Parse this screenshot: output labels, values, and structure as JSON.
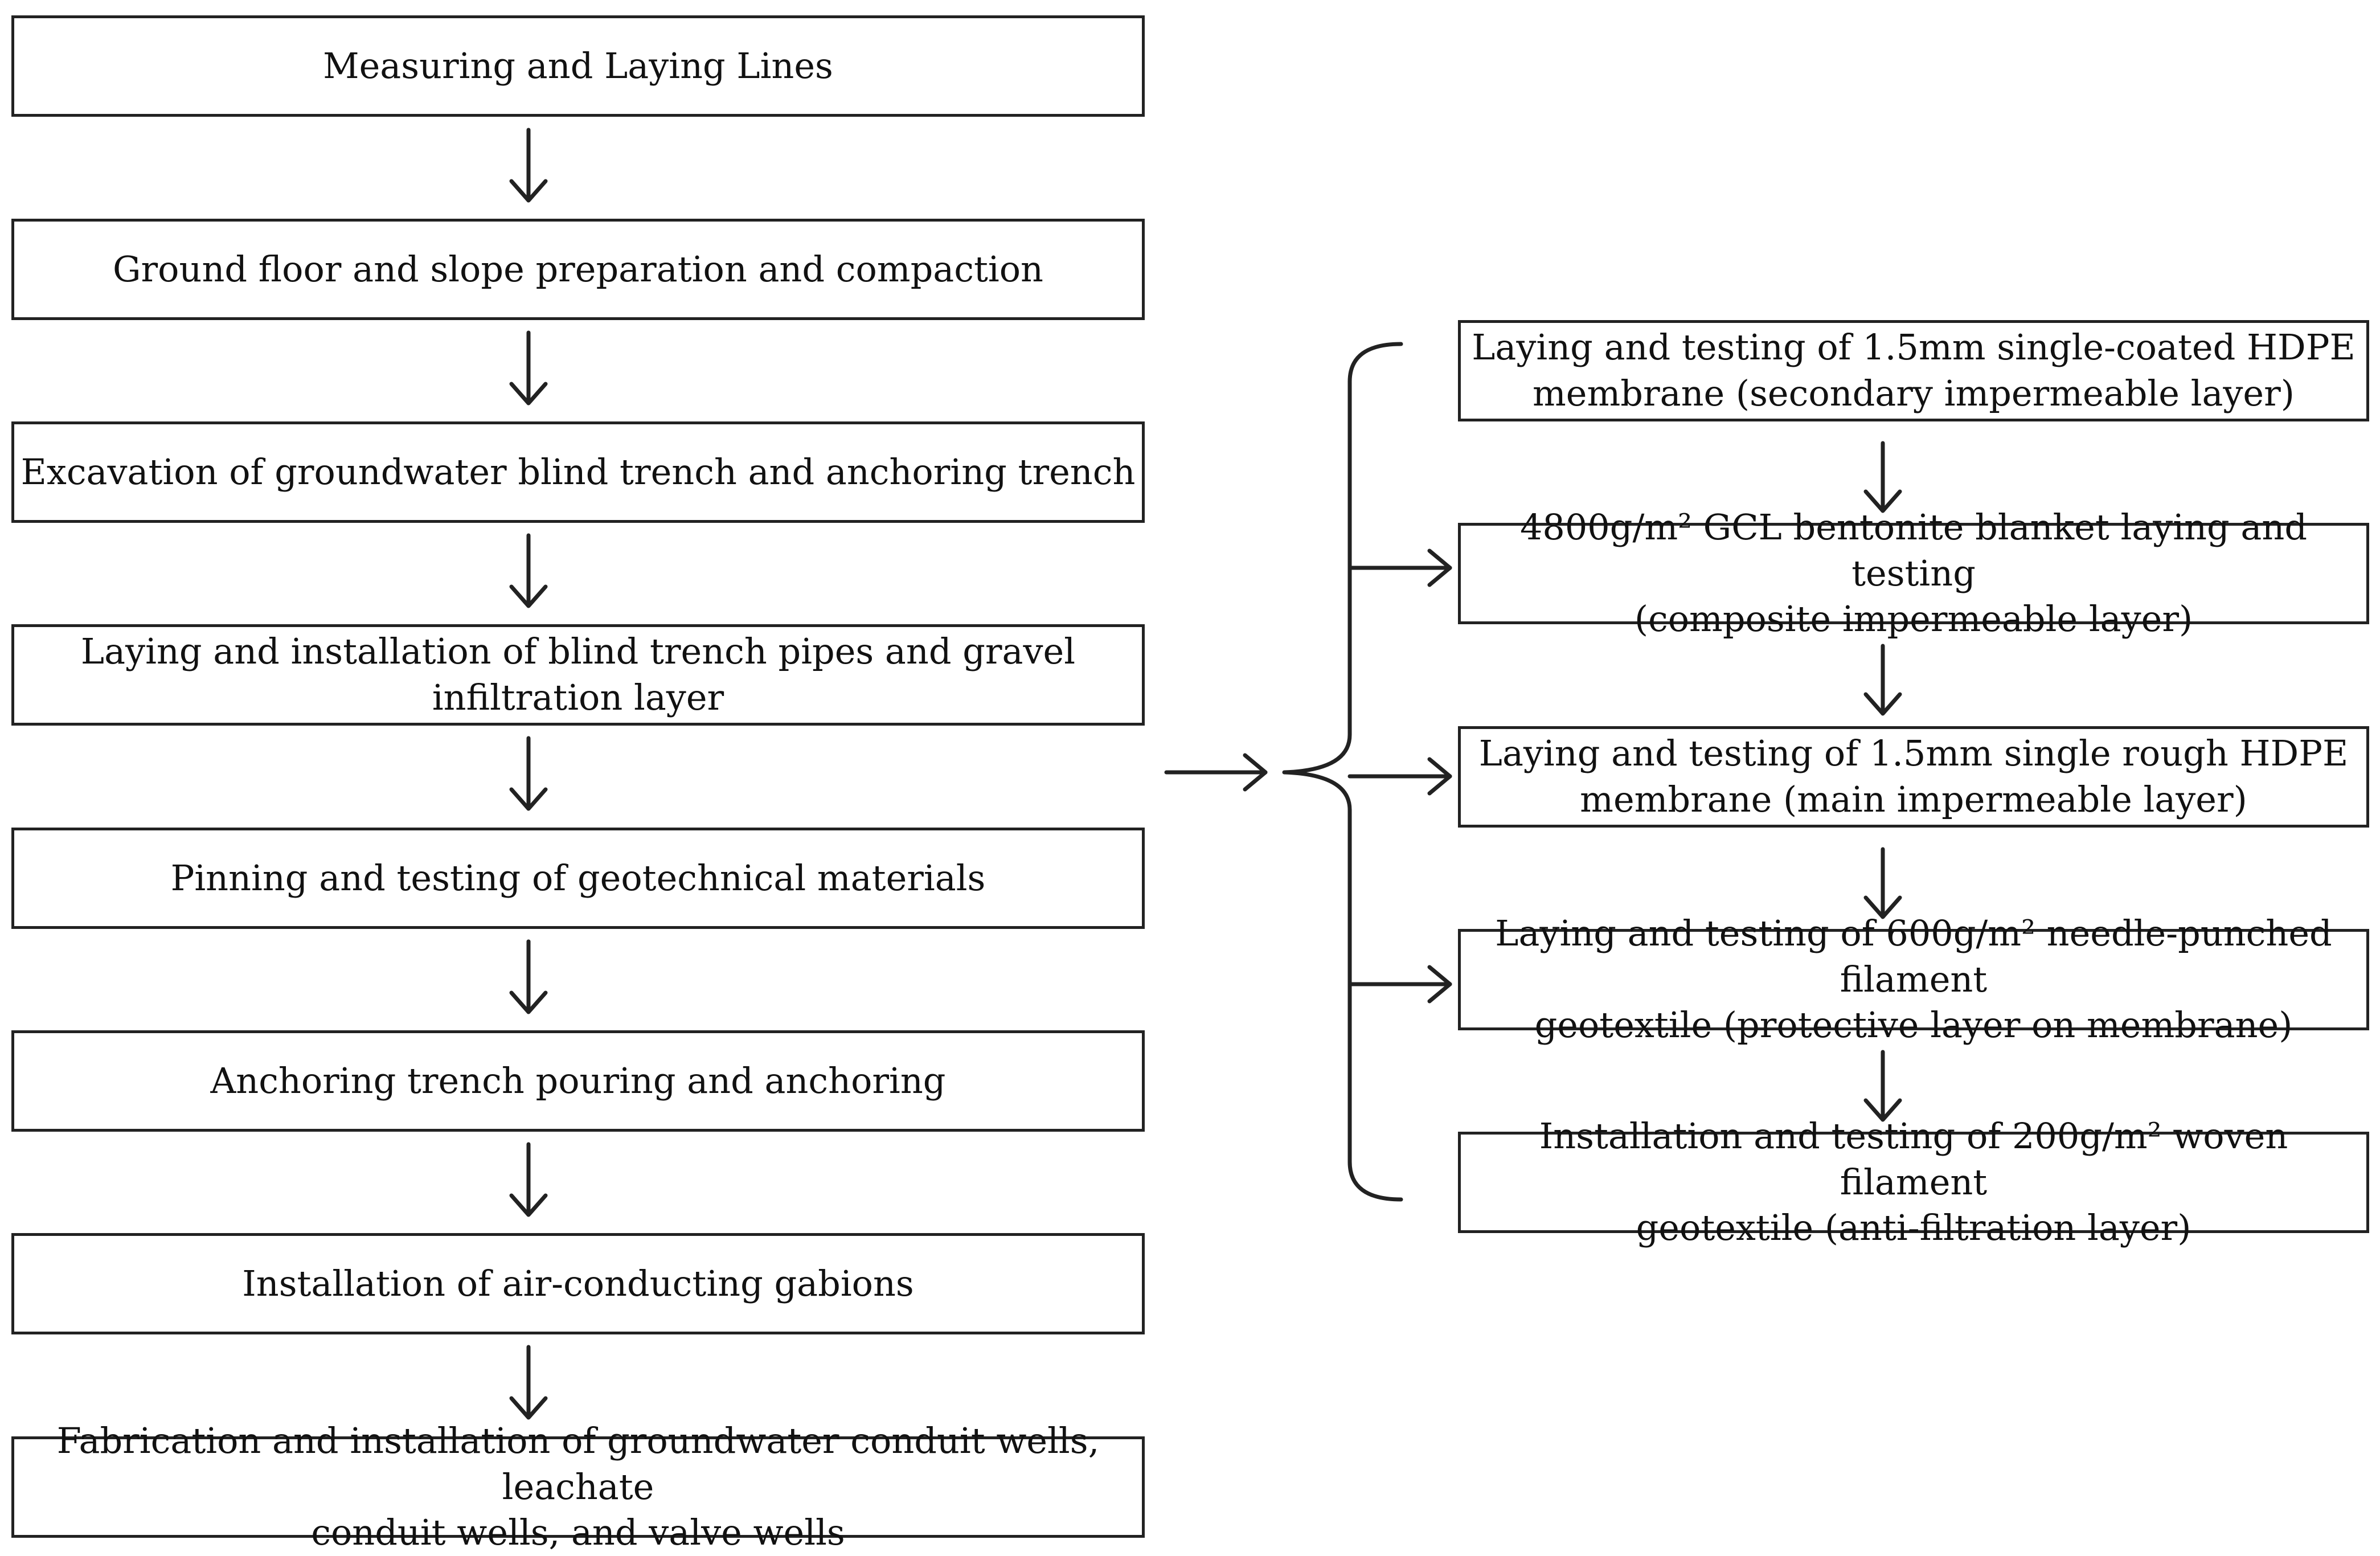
{
  "main_steps": [
    "Measuring and Laying Lines",
    "Ground floor and slope preparation and compaction",
    "Excavation of groundwater blind trench and anchoring trench",
    "Laying and installation of blind trench pipes and gravel infiltration layer",
    "Pinning and testing of geotechnical materials",
    "Anchoring trench pouring and anchoring",
    "Installation of air-conducting gabions",
    "Fabrication and installation of groundwater conduit wells, leachate\nconduit wells, and valve wells"
  ],
  "sub_steps": [
    "Laying and testing of 1.5mm single-coated HDPE\nmembrane (secondary impermeable layer)",
    "4800g/m² GCL bentonite blanket laying and testing\n(composite impermeable layer)",
    "Laying and testing of 1.5mm single rough HDPE\nmembrane (main impermeable layer)",
    "Laying and testing of 600g/m² needle-punched filament\ngeotextile (protective layer on membrane)",
    "Installation and testing of 200g/m² woven filament\ngeotextile (anti-filtration layer)"
  ]
}
